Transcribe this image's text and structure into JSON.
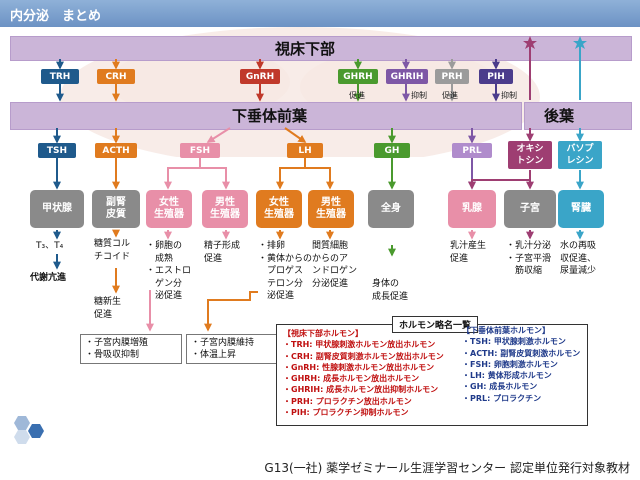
{
  "title": "内分泌　まとめ",
  "colors": {
    "trh": "#1f5a8c",
    "crh": "#e07b1f",
    "gnrh": "#c0392b",
    "ghrh": "#4a9a2e",
    "ghrih": "#7e57a6",
    "prh": "#9b9b9b",
    "pih": "#4b3c8c",
    "gray_organ": "#8a8a8a",
    "pink": "#e88fa8",
    "oxy": "#9e3e72",
    "vaso": "#3aa5c8",
    "bar": "#cbb5d8"
  },
  "hypothalamus": {
    "label": "視床下部"
  },
  "anterior": {
    "label": "下垂体前葉"
  },
  "posterior": {
    "label": "後葉"
  },
  "releasing": [
    {
      "key": "trh",
      "label": "TRH"
    },
    {
      "key": "crh",
      "label": "CRH"
    },
    {
      "key": "gnrh",
      "label": "GnRH"
    },
    {
      "key": "ghrh",
      "label": "GHRH",
      "note": "促進"
    },
    {
      "key": "ghrih",
      "label": "GHRIH",
      "note": "抑制"
    },
    {
      "key": "prh",
      "label": "PRH",
      "note": "促進"
    },
    {
      "key": "pih",
      "label": "PIH",
      "note": "抑制"
    }
  ],
  "pituitary": [
    {
      "key": "tsh",
      "label": "TSH"
    },
    {
      "key": "acth",
      "label": "ACTH"
    },
    {
      "key": "fsh",
      "label": "FSH"
    },
    {
      "key": "lh",
      "label": "LH"
    },
    {
      "key": "gh",
      "label": "GH"
    },
    {
      "key": "prl",
      "label": "PRL"
    },
    {
      "key": "oxy",
      "label": "オキシ\nトシン"
    },
    {
      "key": "vaso",
      "label": "バソプ\nレシン"
    }
  ],
  "organs": [
    {
      "key": "thyroid",
      "label": "甲状腺"
    },
    {
      "key": "adrenal",
      "label": "副腎\n皮質"
    },
    {
      "key": "female1",
      "label": "女性\n生殖器"
    },
    {
      "key": "male1",
      "label": "男性\n生殖器"
    },
    {
      "key": "female2",
      "label": "女性\n生殖器"
    },
    {
      "key": "male2",
      "label": "男性\n生殖器"
    },
    {
      "key": "body",
      "label": "全身"
    },
    {
      "key": "breast",
      "label": "乳腺"
    },
    {
      "key": "uterus",
      "label": "子宮"
    },
    {
      "key": "kidney",
      "label": "腎臓"
    }
  ],
  "effects": {
    "t3t4": "T₃、T₄",
    "metab": "代謝亢進",
    "gluco": "糖質コル\nチコイド",
    "glucoNew": "糖新生\n促進",
    "fshF": "・卵胞の\n　成熟\n・エストロ\n　ゲン分\n　泌促進",
    "fshM": "精子形成\n促進",
    "lhF": "・排卵\n・黄体からの\n　プロゲス\n　テロン分\n　泌促進",
    "lhM": "間質細胞\nからのア\nンドロゲン\n分泌促進",
    "gh": "身体の\n成長促進",
    "prl": "乳汁産生\n促進",
    "oxy": "・乳汁分泌\n・子宮平滑\n　筋収縮",
    "vaso": "水の再吸\n収促進、\n尿量減少",
    "estro": "・子宮内膜増殖\n・骨吸収抑制",
    "prog": "・子宮内膜維持\n・体温上昇"
  },
  "legend": {
    "title": "ホルモン略名一覧",
    "left": "【視床下部ホルモン】\n・TRH: 甲状腺刺激ホルモン放出ホルモン\n・CRH: 副腎皮質刺激ホルモン放出ホルモン\n・GnRH: 性腺刺激ホルモン放出ホルモン\n・GHRH: 成長ホルモン放出ホルモン\n・GHRIH: 成長ホルモン放出抑制ホルモン\n・PRH: プロラクチン放出ホルモン\n・PIH: プロラクチン抑制ホルモン",
    "right": "【下垂体前葉ホルモン】\n・TSH: 甲状腺刺激ホルモン\n・ACTH: 副腎皮質刺激ホルモン\n・FSH: 卵胞刺激ホルモン\n・LH: 黄体形成ホルモン\n・GH: 成長ホルモン\n・PRL: プロラクチン"
  },
  "footer": "G13(一社) 薬学ゼミナール生涯学習センター 認定単位発行対象教材"
}
